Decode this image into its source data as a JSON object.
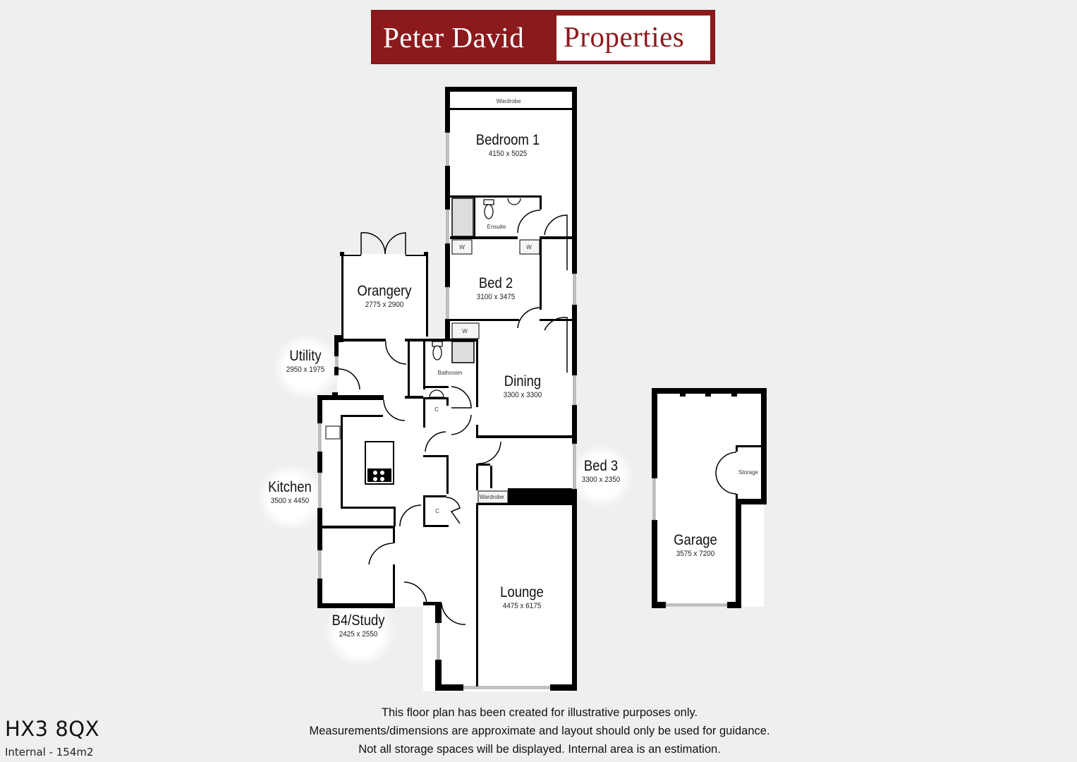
{
  "header": {
    "logo_left": "Peter David",
    "logo_right": "Properties",
    "brand_color": "#8b1a1d"
  },
  "rooms": [
    {
      "id": "bedroom1",
      "name": "Bedroom 1",
      "dims": "4150 x 5025"
    },
    {
      "id": "bed2",
      "name": "Bed 2",
      "dims": "3100 x 3475"
    },
    {
      "id": "orangery",
      "name": "Orangery",
      "dims": "2775 x 2900"
    },
    {
      "id": "utility",
      "name": "Utility",
      "dims": "2950 x 1975"
    },
    {
      "id": "dining",
      "name": "Dining",
      "dims": "3300 x 3300"
    },
    {
      "id": "bed3",
      "name": "Bed 3",
      "dims": "3300 x 2350"
    },
    {
      "id": "kitchen",
      "name": "Kitchen",
      "dims": "3500 x 4450"
    },
    {
      "id": "lounge",
      "name": "Lounge",
      "dims": "4475 x 6175"
    },
    {
      "id": "study",
      "name": "B4/Study",
      "dims": "2425 x 2550"
    },
    {
      "id": "garage",
      "name": "Garage",
      "dims": "3575 x 7200"
    }
  ],
  "fixtures": {
    "wardrobe_bed1": "Wardrobe",
    "ensuite": "Ensuite",
    "w_a": "W",
    "w_b": "W",
    "w_c": "W",
    "bathroom": "Bathroom",
    "cupboard_1": "C",
    "cupboard_2": "C",
    "wardrobe_bed3": "Wardrobe",
    "storage": "Storage"
  },
  "footer": {
    "disclaimer": [
      "This floor plan has been created for illustrative purposes only.",
      "Measurements/dimensions are approximate and layout should only be used for guidance.",
      "Not all storage spaces will be displayed. Internal area is an estimation."
    ],
    "postcode": "HX3 8QX",
    "internal_area": "Internal - 154m2"
  }
}
